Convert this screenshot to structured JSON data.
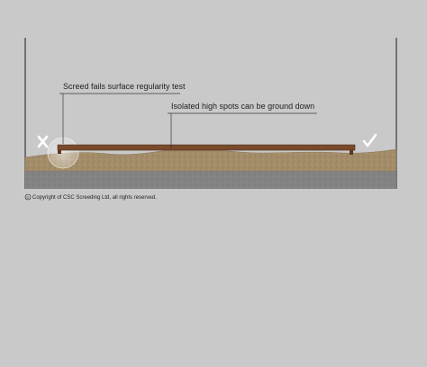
{
  "diagram": {
    "callout_1": "Screed fails surface regularity test",
    "callout_2": "Isolated high spots can be ground down",
    "fail_icon": "cross-icon",
    "pass_icon": "check-icon",
    "copyright_symbol": "©",
    "copyright_text": "Copyright of CSC Screeding Ltd, all rights reserved.",
    "colors": {
      "background": "#c9c9c9",
      "screed_top": "#a8916c",
      "screed_bottom": "#8c7a5e",
      "slab_top": "#8d8d8d",
      "slab_bottom": "#6e6e6e",
      "straightedge": "#7a4a2c",
      "straightedge_edge": "#4e2c18",
      "wall": "#3a3a3a",
      "icon": "#ffffff"
    }
  }
}
